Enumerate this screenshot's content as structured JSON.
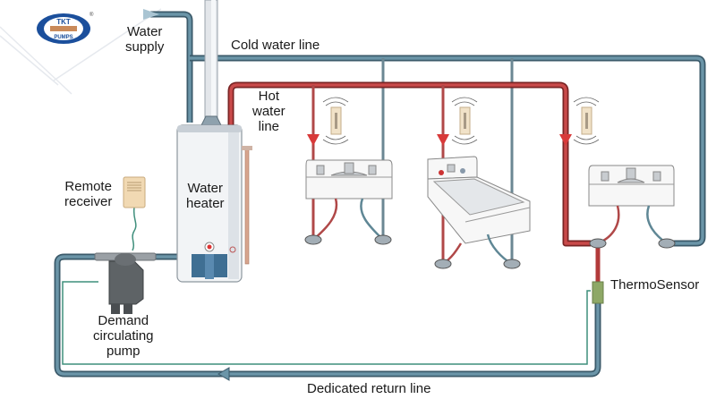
{
  "brand": {
    "top": "TKT",
    "bottom": "PUMPS",
    "mark": "®",
    "color": "#1b4f9c"
  },
  "colors": {
    "cold": "#4e7487",
    "hot": "#b23a3a",
    "signal": "#3f8f7c",
    "sensor": "#8ea866"
  },
  "labels": {
    "water_supply": [
      "Water",
      "supply"
    ],
    "cold_line": "Cold water line",
    "hot_line": [
      "Hot",
      "water",
      "line"
    ],
    "water_heater": [
      "Water",
      "heater"
    ],
    "remote_receiver": [
      "Remote",
      "receiver"
    ],
    "pump": [
      "Demand",
      "circulating",
      "pump"
    ],
    "thermosensor": "ThermoSensor",
    "return_line": "Dedicated return line"
  }
}
